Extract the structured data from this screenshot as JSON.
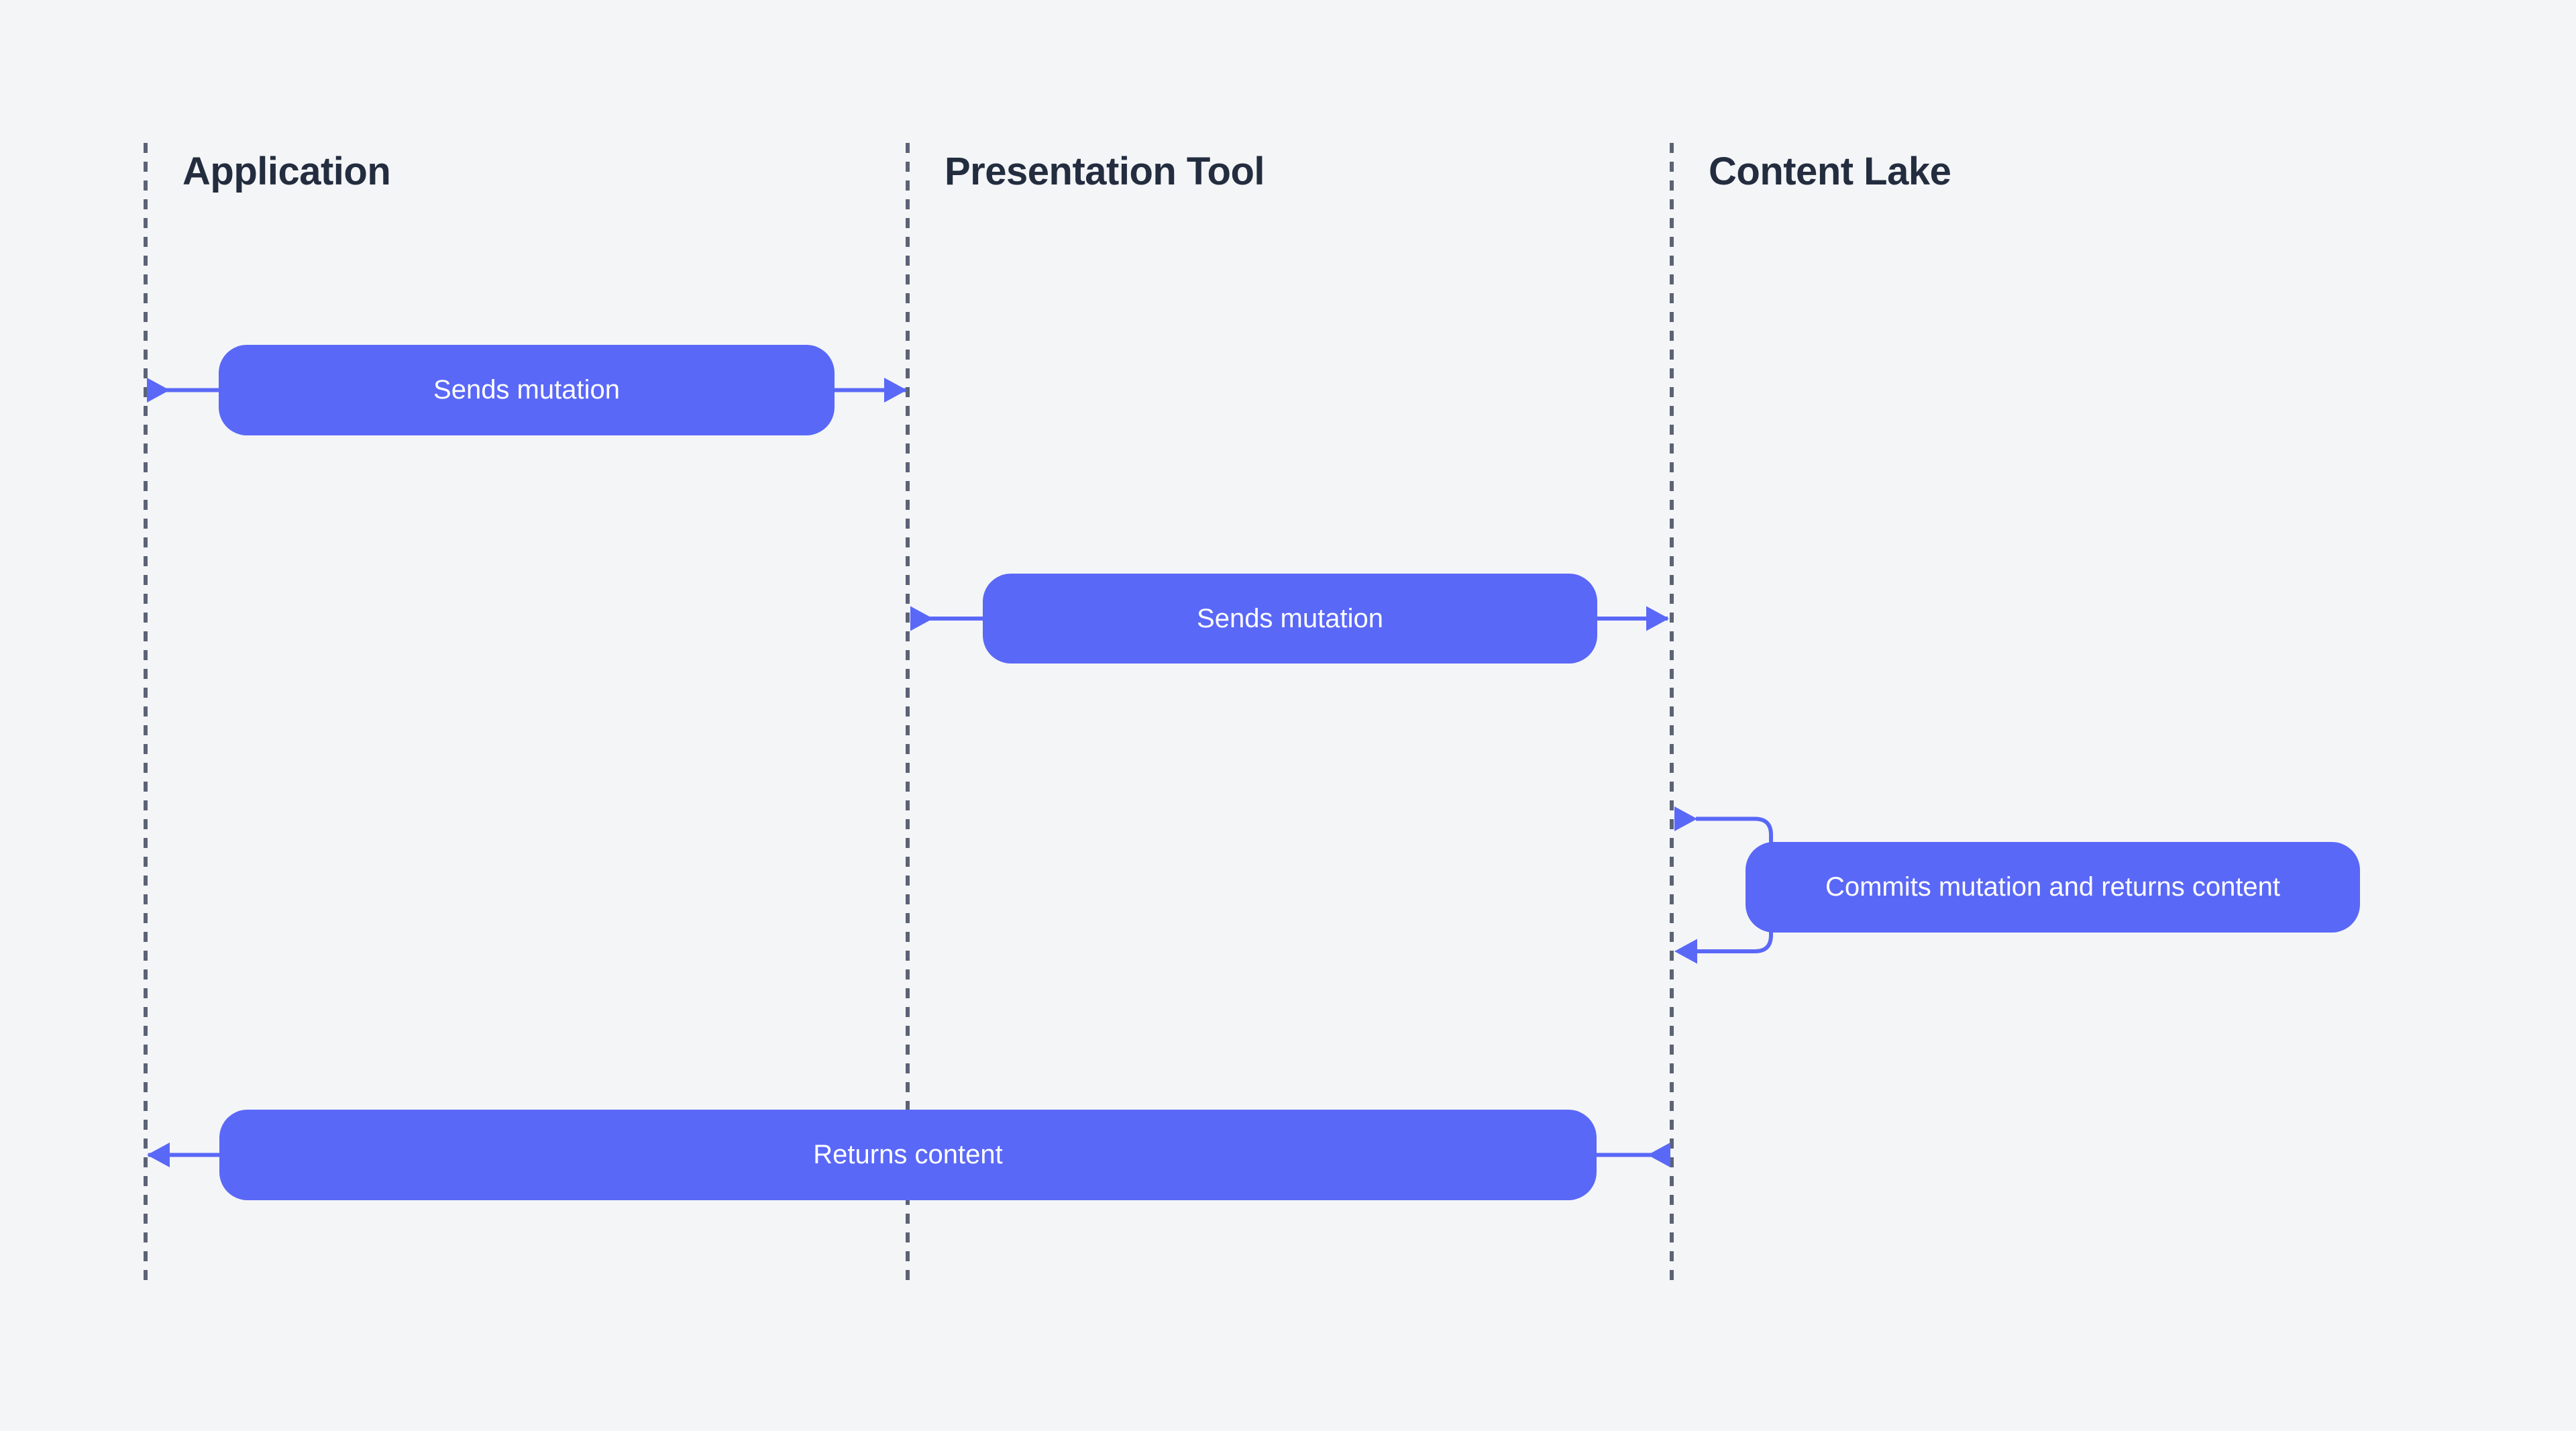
{
  "diagram": {
    "type": "sequence-diagram",
    "background_color": "#f4f5f7",
    "accent_color": "#5a68f7",
    "lifeline_color": "#5c6375",
    "actor_text_color": "#232d3f",
    "message_text_color": "#ffffff",
    "actors": [
      {
        "name": "Application"
      },
      {
        "name": "Presentation Tool"
      },
      {
        "name": "Content Lake"
      }
    ],
    "messages": [
      {
        "label": "Sends mutation",
        "from": "Application",
        "to": "Presentation Tool",
        "direction": "right"
      },
      {
        "label": "Sends mutation",
        "from": "Presentation Tool",
        "to": "Content Lake",
        "direction": "right"
      },
      {
        "label": "Commits mutation and returns content",
        "from": "Content Lake",
        "to": "Content Lake",
        "direction": "self"
      },
      {
        "label": "Returns content",
        "from": "Content Lake",
        "to": "Application",
        "direction": "left"
      }
    ]
  }
}
